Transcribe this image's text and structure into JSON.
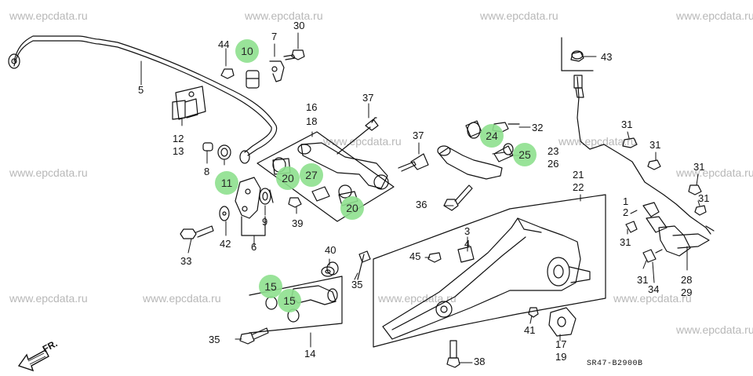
{
  "watermark": "www.epcdata.ru",
  "diagram_code": "SR47-B2900B",
  "front_label": "FR.",
  "labels": {
    "p1": "1",
    "p2": "2",
    "p3": "3",
    "p4": "4",
    "p5": "5",
    "p6": "6",
    "p7": "7",
    "p8": "8",
    "p9": "9",
    "p12": "12",
    "p13": "13",
    "p14": "14",
    "p16": "16",
    "p17": "17",
    "p18": "18",
    "p19": "19",
    "p21": "21",
    "p22": "22",
    "p23": "23",
    "p26": "26",
    "p28": "28",
    "p29": "29",
    "p30": "30",
    "p31a": "31",
    "p31b": "31",
    "p31c": "31",
    "p31d": "31",
    "p31e": "31",
    "p31f": "31",
    "p32": "32",
    "p33": "33",
    "p34": "34",
    "p35a": "35",
    "p35b": "35",
    "p36": "36",
    "p37a": "37",
    "p37b": "37",
    "p38": "38",
    "p39": "39",
    "p40": "40",
    "p41": "41",
    "p42": "42",
    "p43": "43",
    "p44": "44",
    "p45": "45"
  },
  "highlights": {
    "h10": "10",
    "h11": "11",
    "h15a": "15",
    "h15b": "15",
    "h20a": "20",
    "h20b": "20",
    "h24": "24",
    "h25": "25",
    "h27": "27"
  },
  "colors": {
    "highlight": "#8ee08e",
    "line": "#111111",
    "watermark": "#b8b8b8"
  }
}
